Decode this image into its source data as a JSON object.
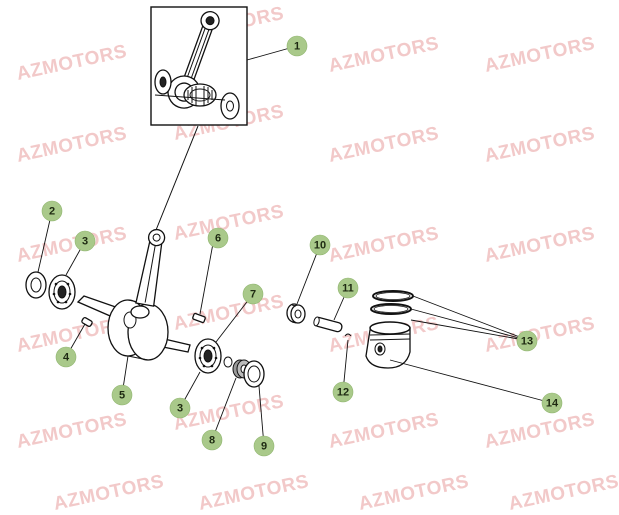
{
  "watermark": {
    "text": "AZMOTORS",
    "color": "#f2c9c9"
  },
  "callouts": [
    {
      "id": "1",
      "label": "1"
    },
    {
      "id": "2",
      "label": "2"
    },
    {
      "id": "3a",
      "label": "3"
    },
    {
      "id": "3b",
      "label": "3"
    },
    {
      "id": "4",
      "label": "4"
    },
    {
      "id": "5",
      "label": "5"
    },
    {
      "id": "6",
      "label": "6"
    },
    {
      "id": "7",
      "label": "7"
    },
    {
      "id": "8",
      "label": "8"
    },
    {
      "id": "9",
      "label": "9"
    },
    {
      "id": "10",
      "label": "10"
    },
    {
      "id": "11",
      "label": "11"
    },
    {
      "id": "12",
      "label": "12"
    },
    {
      "id": "13",
      "label": "13"
    },
    {
      "id": "14",
      "label": "14"
    }
  ],
  "colors": {
    "callout_fill": "#a9c98a",
    "line": "#111111"
  }
}
